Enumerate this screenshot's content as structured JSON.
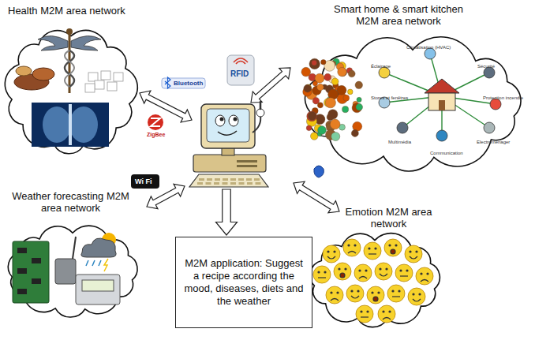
{
  "diagram": {
    "nodes": [
      {
        "text": [
          "Health M2M area network"
        ]
      },
      {
        "text": [
          "Smart home & smart kitchen M2M area network"
        ]
      },
      {
        "text": [
          "Weather forecasting M2M area network"
        ]
      },
      {
        "text": [
          "Emotion M2M area network"
        ]
      },
      {
        "text": [
          "M2M application: Suggest a recipe according the mood, diseases, diets and the weather"
        ]
      }
    ],
    "labels": [
      "Bluetooth",
      "ZigBee",
      "RFID",
      "Wi Fi",
      "Éclairage",
      "Climatisation (HVAC)",
      "Sécurité",
      "Stores et fenêtres",
      "Protection incendie",
      "Multimédia",
      "Communication",
      "Electroménager"
    ]
  }
}
